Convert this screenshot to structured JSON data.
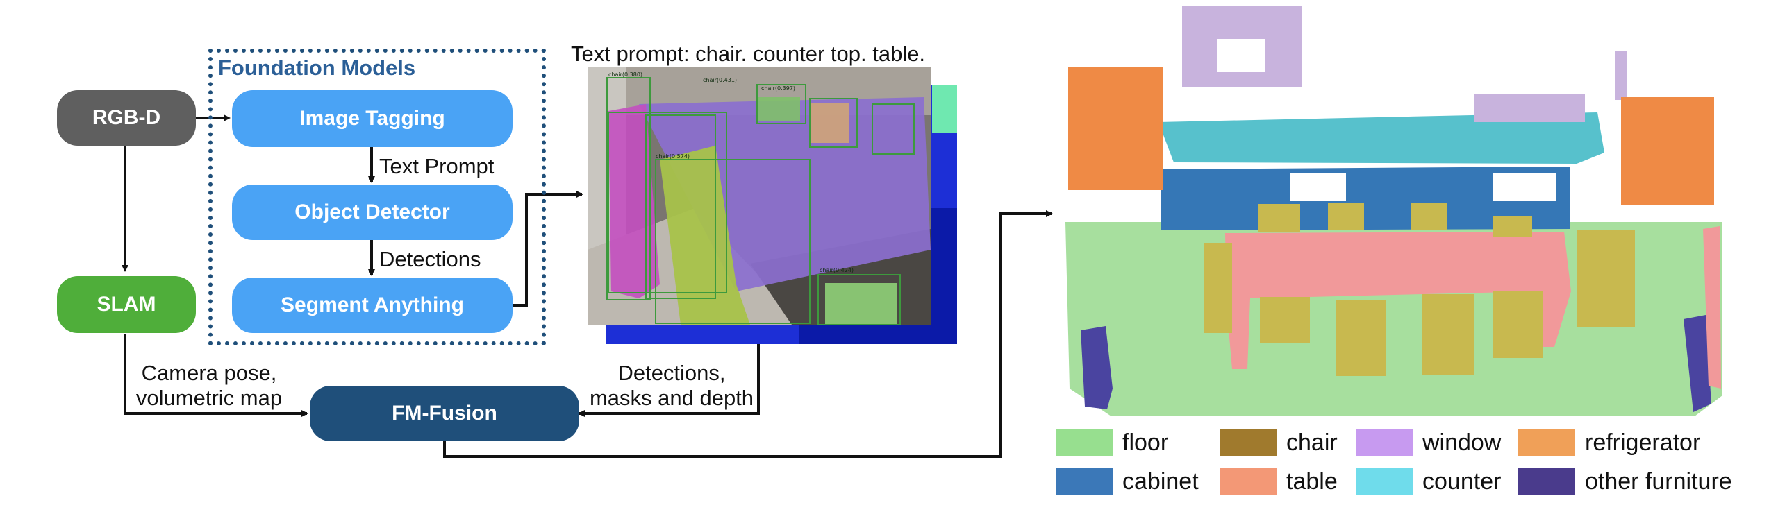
{
  "nodes": {
    "rgbd": "RGB-D",
    "slam": "SLAM",
    "image_tagging": "Image Tagging",
    "object_detector": "Object Detector",
    "segment_anything": "Segment Anything",
    "fm_fusion": "FM-Fusion"
  },
  "foundation_models_title": "Foundation Models",
  "edge_labels": {
    "text_prompt": "Text Prompt",
    "detections": "Detections",
    "camera_pose_line1": "Camera pose,",
    "camera_pose_line2": "volumetric map",
    "det_masks_line1": "Detections,",
    "det_masks_line2": "masks and depth"
  },
  "prompt_caption": "Text prompt: chair. counter top. table.",
  "detection_tags": [
    "chair(0.380)",
    "chair(0.431)",
    "chair(0.397)",
    "chair(0.574)",
    "chair(0.424)"
  ],
  "colors": {
    "rgbd": "#5f5f5f",
    "slam": "#4fae3a",
    "foundation": "#4aa3f5",
    "fm_fusion": "#1f4f7a",
    "frame": "#1f4f7a"
  },
  "legend": [
    {
      "label": "floor",
      "color": "#97df8f"
    },
    {
      "label": "chair",
      "color": "#a07a2d"
    },
    {
      "label": "window",
      "color": "#c79af0"
    },
    {
      "label": "refrigerator",
      "color": "#f0a058"
    },
    {
      "label": "cabinet",
      "color": "#3b78b8"
    },
    {
      "label": "table",
      "color": "#f39876"
    },
    {
      "label": "counter",
      "color": "#6fdceb"
    },
    {
      "label": "other furniture",
      "color": "#4a3b8c"
    }
  ]
}
